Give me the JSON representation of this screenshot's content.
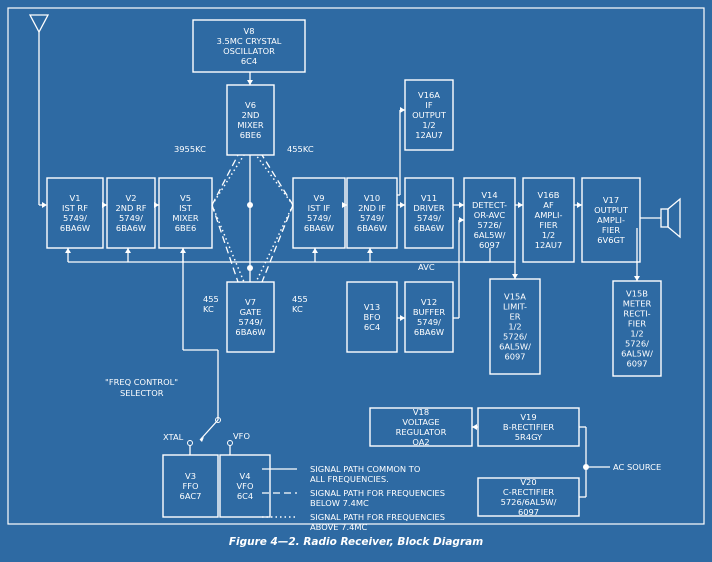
{
  "caption": "Figure 4—2. Radio Receiver, Block Diagram",
  "blocks": {
    "v8": [
      "V8",
      "3.5MC CRYSTAL",
      "OSCILLATOR",
      "6C4"
    ],
    "v6": [
      "V6",
      "2ND",
      "MIXER",
      "6BE6"
    ],
    "v16a": [
      "V16A",
      "IF",
      "OUTPUT",
      "1/2",
      "12AU7"
    ],
    "v1": [
      "V1",
      "IST RF",
      "5749/",
      "6BA6W"
    ],
    "v2": [
      "V2",
      "2ND RF",
      "5749/",
      "6BA6W"
    ],
    "v5": [
      "V5",
      "IST",
      "MIXER",
      "6BE6"
    ],
    "v9": [
      "V9",
      "IST IF",
      "5749/",
      "6BA6W"
    ],
    "v10": [
      "V10",
      "2ND IF",
      "5749/",
      "6BA6W"
    ],
    "v11": [
      "V11",
      "DRIVER",
      "5749/",
      "6BA6W"
    ],
    "v14": [
      "V14",
      "DETECT-",
      "OR-AVC",
      "5726/",
      "6AL5W/",
      "6097"
    ],
    "v16b": [
      "V16B",
      "AF",
      "AMPLI-",
      "FIER",
      "1/2",
      "12AU7"
    ],
    "v17": [
      "V17",
      "OUTPUT",
      "AMPLI-",
      "FIER",
      "6V6GT"
    ],
    "v7": [
      "V7",
      "GATE",
      "5749/",
      "6BA6W"
    ],
    "v13": [
      "V13",
      "BFO",
      "6C4"
    ],
    "v12": [
      "V12",
      "BUFFER",
      "5749/",
      "6BA6W"
    ],
    "v15a": [
      "V15A",
      "LIMIT-",
      "ER",
      "1/2",
      "5726/",
      "6AL5W/",
      "6097"
    ],
    "v15b": [
      "V15B",
      "METER",
      "RECTI-",
      "FIER",
      "1/2",
      "5726/",
      "6AL5W/",
      "6097"
    ],
    "v18": [
      "V18",
      "VOLTAGE",
      "REGULATOR",
      "OA2"
    ],
    "v19": [
      "V19",
      "B-RECTIFIER",
      "5R4GY"
    ],
    "v20": [
      "V20",
      "C-RECTIFIER",
      "5726/6AL5W/",
      "6097"
    ],
    "v3": [
      "V3",
      "FFO",
      "6AC7"
    ],
    "v4": [
      "V4",
      "VFO",
      "6C4"
    ]
  },
  "labels": {
    "f3955": "3955KC",
    "f455a": "455KC",
    "f455l": [
      "455",
      "KC"
    ],
    "f455r": [
      "455",
      "KC"
    ],
    "avc": "AVC",
    "selector": [
      "\"FREQ CONTROL\"",
      "SELECTOR"
    ],
    "xtal": "XTAL",
    "vfo": "VFO",
    "ac_source": "AC SOURCE"
  },
  "legend": [
    {
      "style": "solid",
      "lines": [
        "SIGNAL PATH COMMON TO",
        "ALL FREQUENCIES."
      ]
    },
    {
      "style": "dashed",
      "lines": [
        "SIGNAL PATH FOR FREQUENCIES",
        "BELOW 7.4MC"
      ]
    },
    {
      "style": "dotted",
      "lines": [
        "SIGNAL PATH FOR FREQUENCIES",
        "ABOVE 7.4MC"
      ]
    }
  ]
}
